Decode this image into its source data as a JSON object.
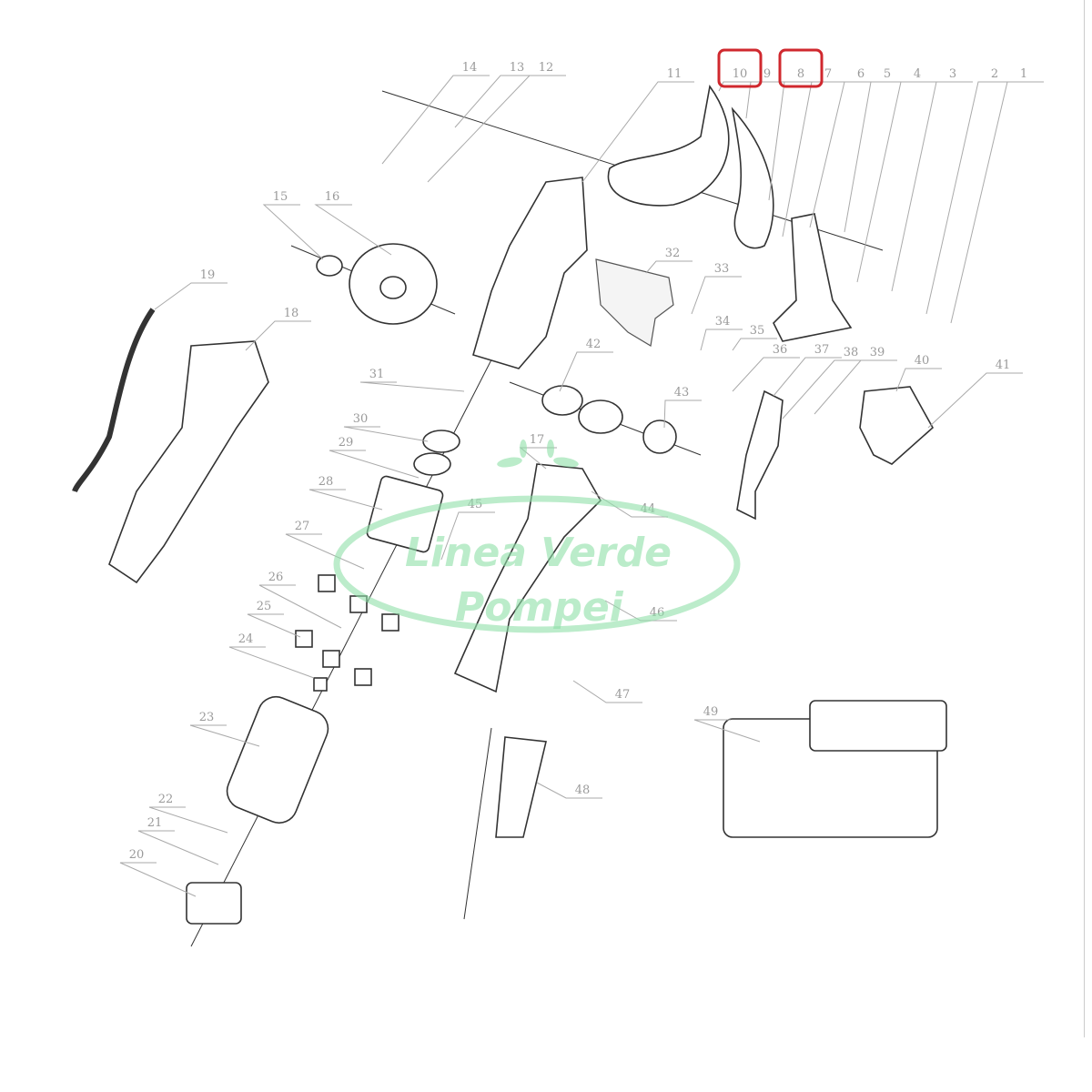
{
  "diagram": {
    "title": "Exploded parts diagram – electric pruning shears",
    "part_labels": [
      "1",
      "2",
      "3",
      "4",
      "5",
      "6",
      "7",
      "8",
      "9",
      "10",
      "11",
      "12",
      "13",
      "14",
      "15",
      "16",
      "17",
      "18",
      "19",
      "20",
      "21",
      "22",
      "23",
      "24",
      "25",
      "26",
      "27",
      "28",
      "29",
      "30",
      "31",
      "32",
      "33",
      "34",
      "35",
      "36",
      "37",
      "38",
      "39",
      "40",
      "41",
      "42",
      "43",
      "44",
      "45",
      "46",
      "47",
      "48",
      "49"
    ],
    "highlighted_labels": [
      "10",
      "8"
    ],
    "highlight_color": "#d0282e"
  },
  "watermark": {
    "line1": "Linea Verde",
    "line2": "Pompei",
    "color": "#8fe0a8"
  }
}
